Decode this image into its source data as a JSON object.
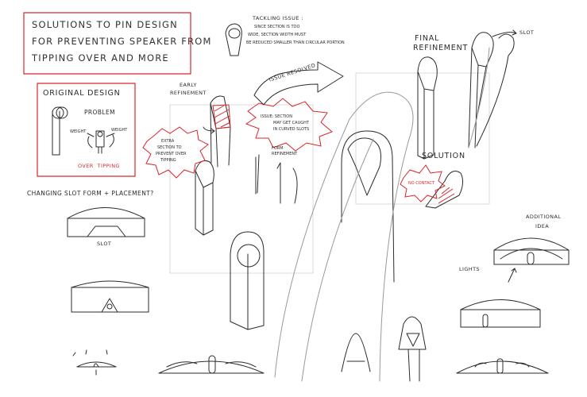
{
  "title_box": {
    "line1": "SOLUTIONS TO PIN DESIGN",
    "line2": "FOR PREVENTING SPEAKER FROM",
    "line3": "TIPPING OVER AND MORE"
  },
  "original_design": {
    "heading": "ORIGINAL DESIGN",
    "problem": "PROBLEM",
    "weight_left": "WEIGHT",
    "weight_right": "WEIGHT",
    "over_tipping": "OVER  TIPPING"
  },
  "changing_slot": {
    "heading": "CHANGING SLOT FORM + PLACEMENT?",
    "slot_label": "SLOT"
  },
  "early_refinement": {
    "line1": "EARLY",
    "line2": "REFINEMENT",
    "burst_line1": "EXTRA",
    "burst_line2": "SECTION TO",
    "burst_line3": "PREVENT OVER",
    "burst_line4": "TIPPING"
  },
  "tackling_issue": {
    "line1": "TACKLING ISSUE :",
    "line2": "SINCE SECTION IS TOO",
    "line3": "WIDE, SECTION WIDTH MUST",
    "line4": "BE REDUCED SMALLER THAN CIRCULAR PORTION"
  },
  "issue_resolved": "ISSUE RESOLVED",
  "issue_burst": {
    "line1": "ISSUE: SECTION",
    "line2": "MAY GET CAUGHT",
    "line3": "IN CURVED SLOTS"
  },
  "form_refinement": {
    "line1": "FORM",
    "line2": "REFINEMENT"
  },
  "final_refinement": {
    "line1": "FINAL",
    "line2": "REFINEMENT",
    "slot": "SLOT"
  },
  "solution": {
    "heading": "SOLUTION",
    "no_contact": "NO CONTACT"
  },
  "additional_idea": {
    "line1": "ADDITIONAL",
    "line2": "IDEA",
    "lights": "LIGHTS"
  },
  "colors": {
    "ink": "#2b2b2b",
    "accent_red": "#d9262c",
    "guide_gray": "#c8c8c8"
  }
}
